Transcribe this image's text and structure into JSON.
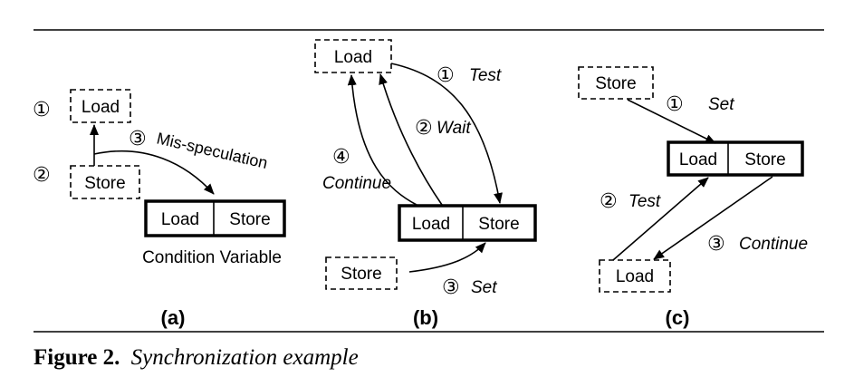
{
  "panel_a": {
    "load_label": "Load",
    "store_label": "Store",
    "step1": "①",
    "step2": "②",
    "step3": "③",
    "arrow_label": "Mis-speculation",
    "cv_load": "Load",
    "cv_store": "Store",
    "cv_caption": "Condition Variable",
    "panel_label": "(a)"
  },
  "panel_b": {
    "load_label": "Load",
    "store_label": "Store",
    "step1": "①",
    "test_label": "Test",
    "step2": "②",
    "wait_label": "Wait",
    "step3": "③",
    "set_label": "Set",
    "step4": "④",
    "continue_label": "Continue",
    "cv_load": "Load",
    "cv_store": "Store",
    "panel_label": "(b)"
  },
  "panel_c": {
    "store_label": "Store",
    "load_label": "Load",
    "step1": "①",
    "set_label": "Set",
    "step2": "②",
    "test_label": "Test",
    "step3": "③",
    "continue_label": "Continue",
    "cv_load": "Load",
    "cv_store": "Store",
    "panel_label": "(c)"
  },
  "caption": {
    "figure_number": "Figure 2.",
    "figure_title": "Synchronization example"
  }
}
